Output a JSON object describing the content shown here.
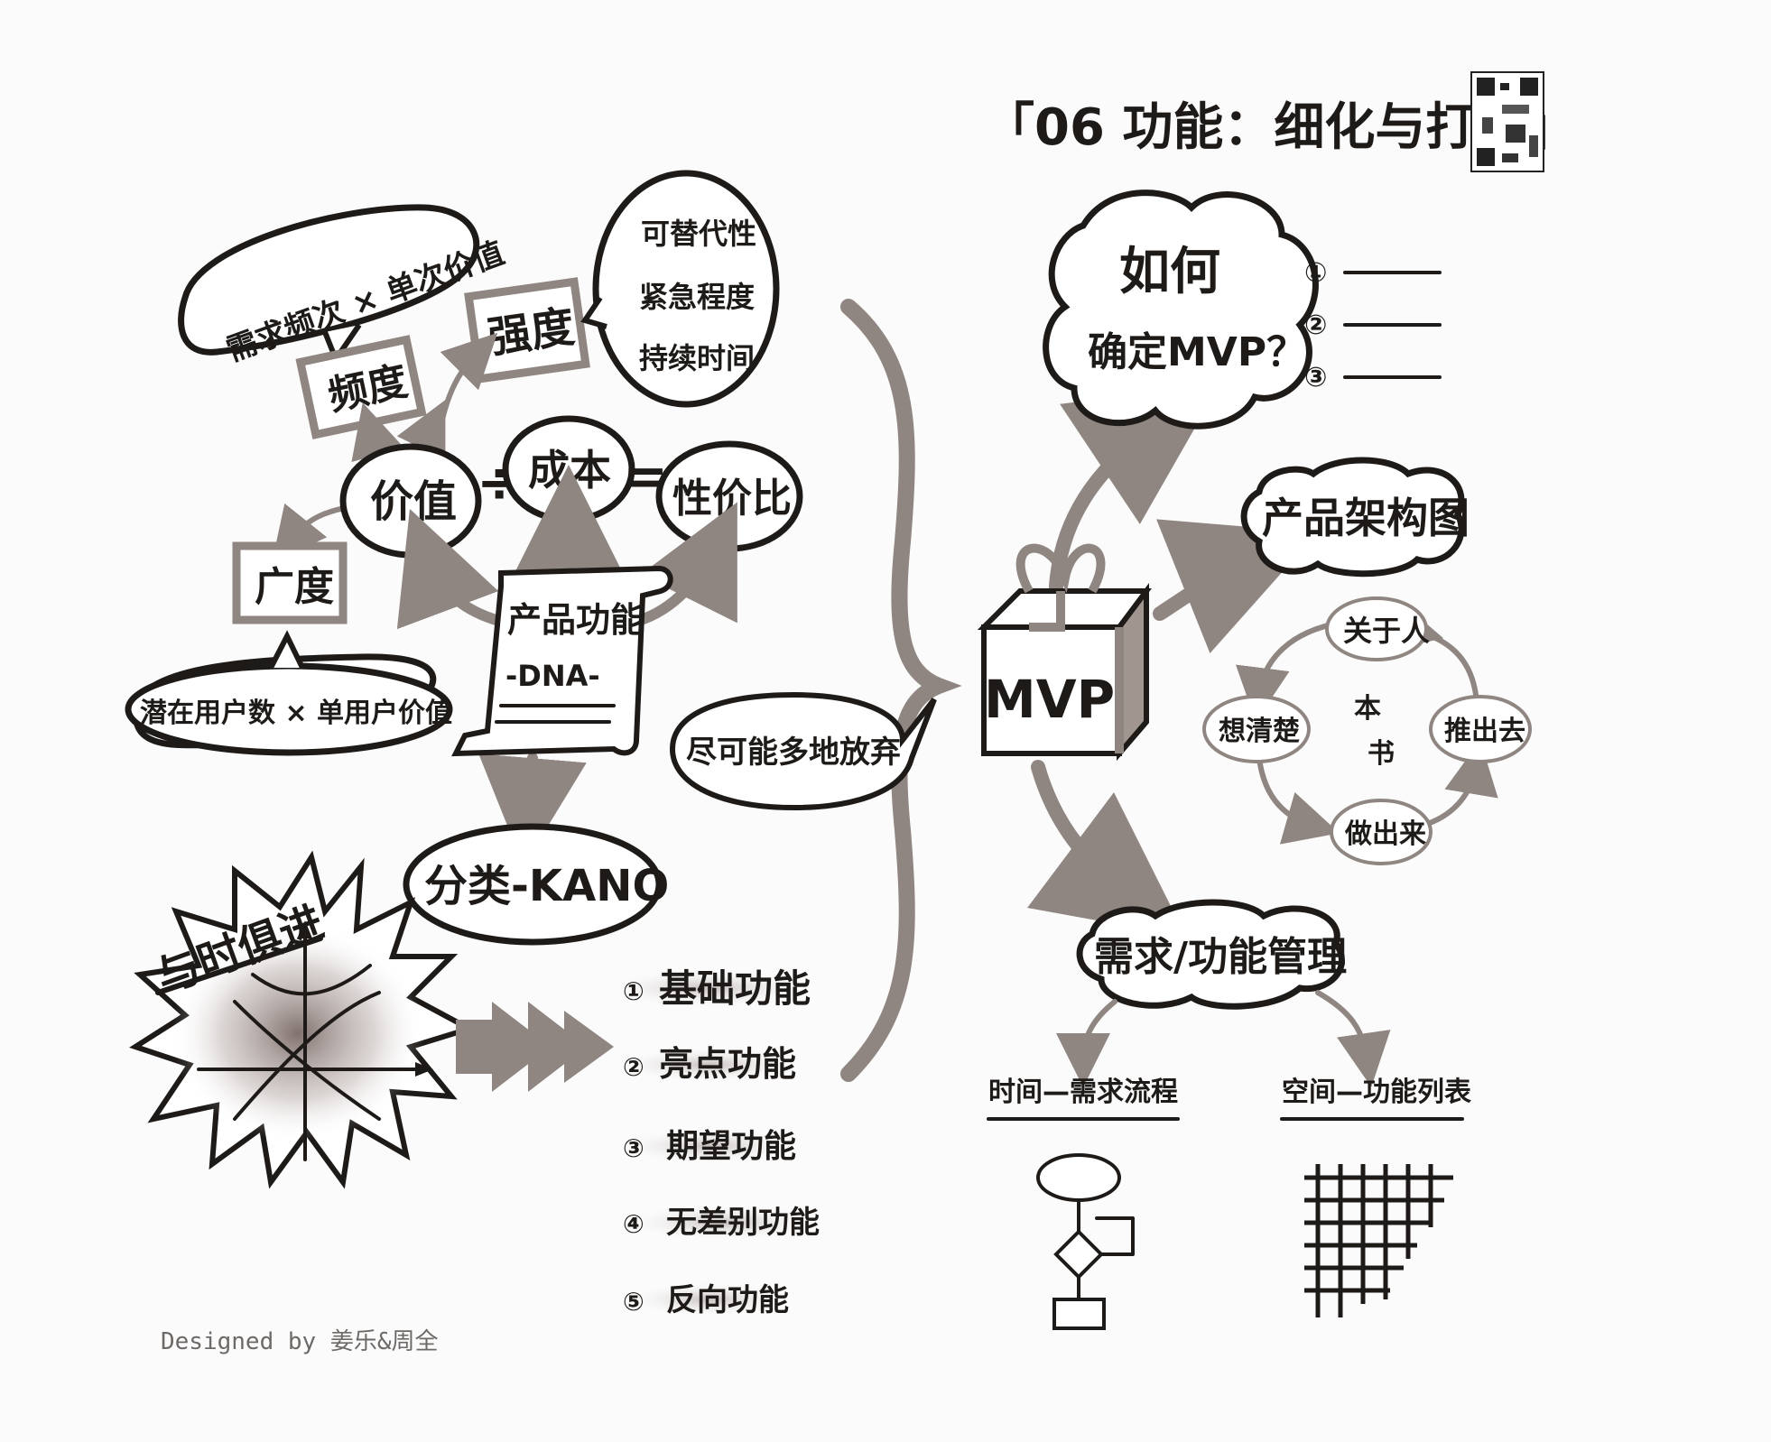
{
  "title": "「06 功能：细化与打包」",
  "left": {
    "frequency_formula": "需求频次 × 单次价值",
    "frequency": "频度",
    "intensity": "强度",
    "intensity_factors": [
      "可替代性",
      "紧急程度",
      "持续时间"
    ],
    "value": "价值",
    "divide": "÷",
    "cost": "成本",
    "equals": "=",
    "cost_performance": "性价比",
    "breadth": "广度",
    "breadth_formula": "潜在用户数 × 单用户价值",
    "scroll_title": "产品功能",
    "scroll_sub": "-DNA-",
    "give_up": "尽可能多地放弃",
    "kano": "分类-KANO",
    "with_time": "与时俱进",
    "kano_types": [
      {
        "num": "①",
        "label": "基础功能"
      },
      {
        "num": "②",
        "label": "亮点功能"
      },
      {
        "num": "③",
        "label": "期望功能"
      },
      {
        "num": "④",
        "label": "无差别功能"
      },
      {
        "num": "⑤",
        "label": "反向功能"
      }
    ],
    "signature": "Designed by 姜乐&周全"
  },
  "right": {
    "mvp": "MVP",
    "how_line1": "如何",
    "how_line2": "确定MVP？",
    "how_nums": [
      "①",
      "②",
      "③"
    ],
    "architecture": "产品架构图",
    "cycle_center_1": "本",
    "cycle_center_2": "书",
    "cycle": [
      "关于人",
      "推出去",
      "做出来",
      "想清楚"
    ],
    "management": "需求/功能管理",
    "time_flow": "时间—需求流程",
    "space_list": "空间—功能列表"
  }
}
